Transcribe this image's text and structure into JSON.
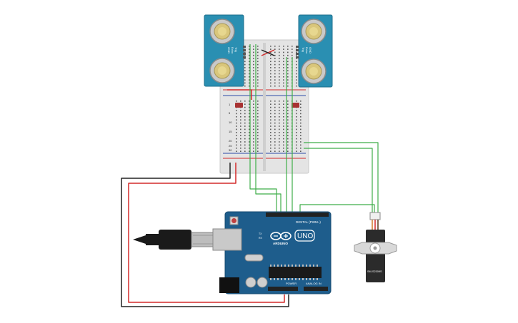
{
  "canvas": {
    "background": "#ffffff"
  },
  "colors": {
    "sensor_pcb": "#2a8fb2",
    "arduino_pcb": "#1e5d8c",
    "breadboard": "#e4e4e4",
    "wire_green": "#3fae49",
    "wire_red": "#d42a2a",
    "wire_black": "#222222",
    "servo_body": "#2b2b2b",
    "led": "#a83232"
  },
  "sensor_left": {
    "labels": [
      "Trig",
      "Echo",
      "GND"
    ],
    "pins": [
      "VCC",
      "Trig",
      "Echo",
      "GND"
    ]
  },
  "sensor_right": {
    "labels": [
      "Trig",
      "Echo",
      "GND"
    ],
    "pins": [
      "VCC",
      "Trig",
      "Echo",
      "GND"
    ]
  },
  "breadboard": {
    "row_numbers": [
      "1",
      "5",
      "10",
      "15",
      "20",
      "25",
      "30"
    ]
  },
  "arduino": {
    "brand": "ARDUINO",
    "model": "UNO",
    "digital_label": "DIGITAL (PWM~)",
    "power_label": "POWER",
    "analog_label": "ANALOG IN",
    "tx_label": "TX",
    "rx_label": "RX"
  },
  "servo": {
    "model": "SM-S2309S"
  },
  "usb": {
    "icon": "usb-cable-icon"
  }
}
